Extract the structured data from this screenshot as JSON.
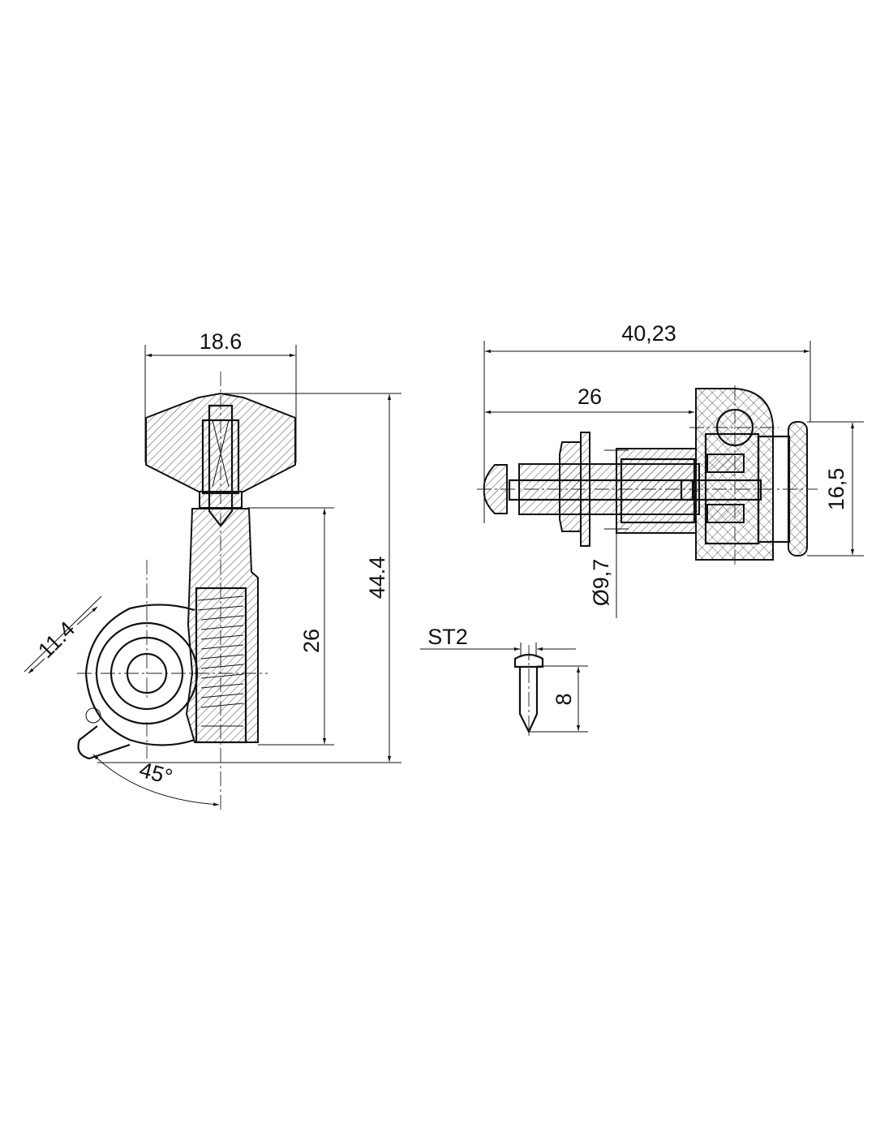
{
  "drawing": {
    "side_view": {
      "knob_width_label": "18.6",
      "overall_height_label": "44.4",
      "housing_height_label": "26",
      "gear_offset_label": "11.4",
      "mount_angle_label": "45°"
    },
    "top_view": {
      "overall_length_label": "40,23",
      "post_length_label": "26",
      "knob_diameter_label": "16,5",
      "bushing_diameter_label": "Ø9,7"
    },
    "screw": {
      "type_label": "ST2",
      "length_label": "8"
    },
    "colors": {
      "line": "#111111",
      "background": "#ffffff"
    }
  }
}
